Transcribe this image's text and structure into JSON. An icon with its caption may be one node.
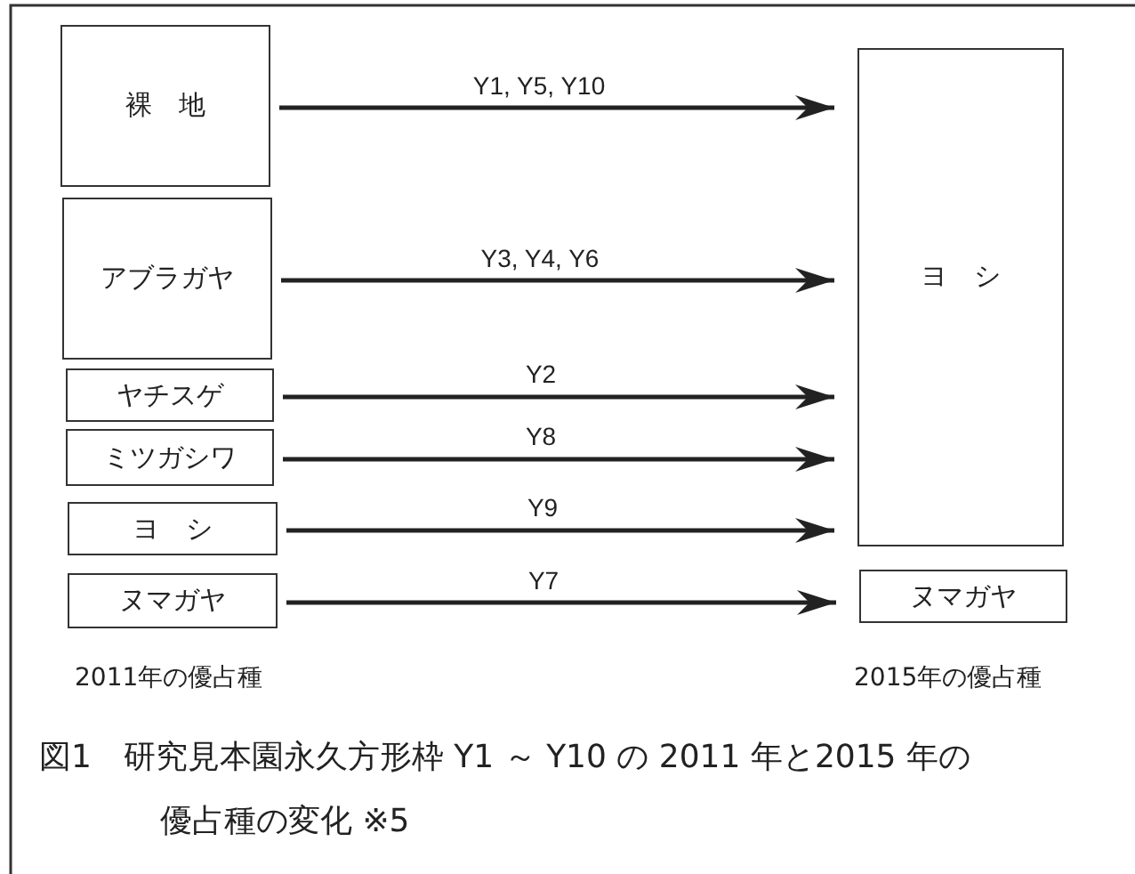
{
  "diagram": {
    "caption": "図1　研究見本園永久方形枠 Y1 ～ Y10 の 2011 年と2015 年の優占種の変化 ※5",
    "nodes": [
      {
        "text": [
          "裸　地"
        ]
      },
      {
        "text": [
          "アブラガヤ"
        ]
      },
      {
        "text": [
          "ヤチスゲ"
        ]
      },
      {
        "text": [
          "ミツガシワ"
        ]
      },
      {
        "text": [
          "ヨ　シ"
        ]
      },
      {
        "text": [
          "ヌマガヤ"
        ]
      },
      {
        "text": [
          "ヨ　シ"
        ]
      },
      {
        "text": [
          "ヌマガヤ"
        ]
      }
    ],
    "edges": [
      {
        "from": 0,
        "to": 6,
        "arrow": "to",
        "label": "Y1, Y5, Y10"
      },
      {
        "from": 1,
        "to": 6,
        "arrow": "to",
        "label": "Y3, Y4, Y6"
      },
      {
        "from": 2,
        "to": 6,
        "arrow": "to",
        "label": "Y2"
      },
      {
        "from": 3,
        "to": 6,
        "arrow": "to",
        "label": "Y8"
      },
      {
        "from": 4,
        "to": 6,
        "arrow": "to",
        "label": "Y9"
      },
      {
        "from": 5,
        "to": 7,
        "arrow": "to",
        "label": "Y7"
      }
    ],
    "labels": [
      "2011年の優占種",
      "2015年の優占種"
    ]
  }
}
